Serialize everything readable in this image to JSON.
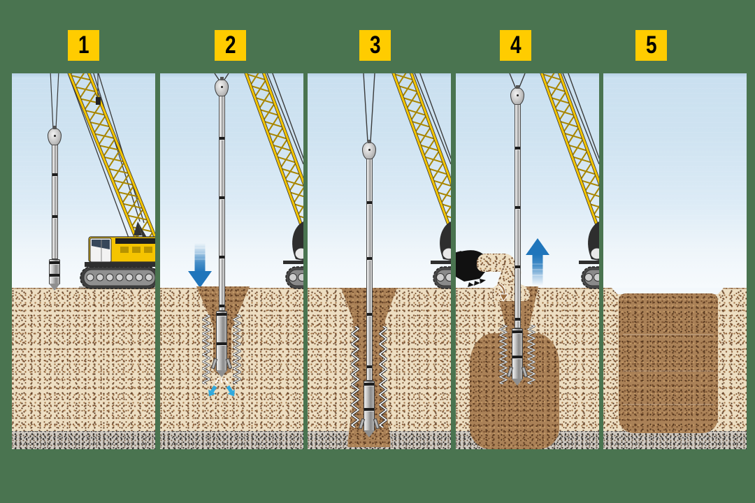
{
  "diagram": {
    "type": "construction-process-steps",
    "subject": "vibro-compaction stone column installation",
    "steps": [
      {
        "label": "1",
        "icons": [
          "crawler-crane",
          "lattice-boom",
          "vibro-probe",
          "hoist-cable"
        ]
      },
      {
        "label": "2",
        "icons": [
          "vibro-probe",
          "lattice-boom",
          "crawler-track",
          "down-arrow",
          "water-jets",
          "vibration-lines",
          "soil-funnel"
        ]
      },
      {
        "label": "3",
        "icons": [
          "vibro-probe",
          "lattice-boom",
          "crawler-track",
          "vibration-lines",
          "loosened-soil-column"
        ]
      },
      {
        "label": "4",
        "icons": [
          "vibro-probe",
          "lattice-boom",
          "crawler-track",
          "up-arrow",
          "loader-bucket",
          "backfill-pile",
          "backfill-flow-arrow",
          "compacted-bulb",
          "vibration-lines"
        ]
      },
      {
        "label": "5",
        "icons": [
          "compacted-column"
        ]
      }
    ]
  },
  "colors": {
    "background": "#4a7450",
    "step_label_bg": "#ffcc00",
    "step_label_fg": "#000000",
    "sky_top": "#cae0f0",
    "sky_bottom": "#f6fafd",
    "sand": "#eddec2",
    "disturbed_soil": "#aa8157",
    "bearing_layer": "#d0cac2",
    "arrow_blue": "#1f75bb",
    "water_jet_blue": "#2fa9de",
    "crane_yellow": "#f2c300",
    "probe_metal": "#c9c9c9"
  }
}
